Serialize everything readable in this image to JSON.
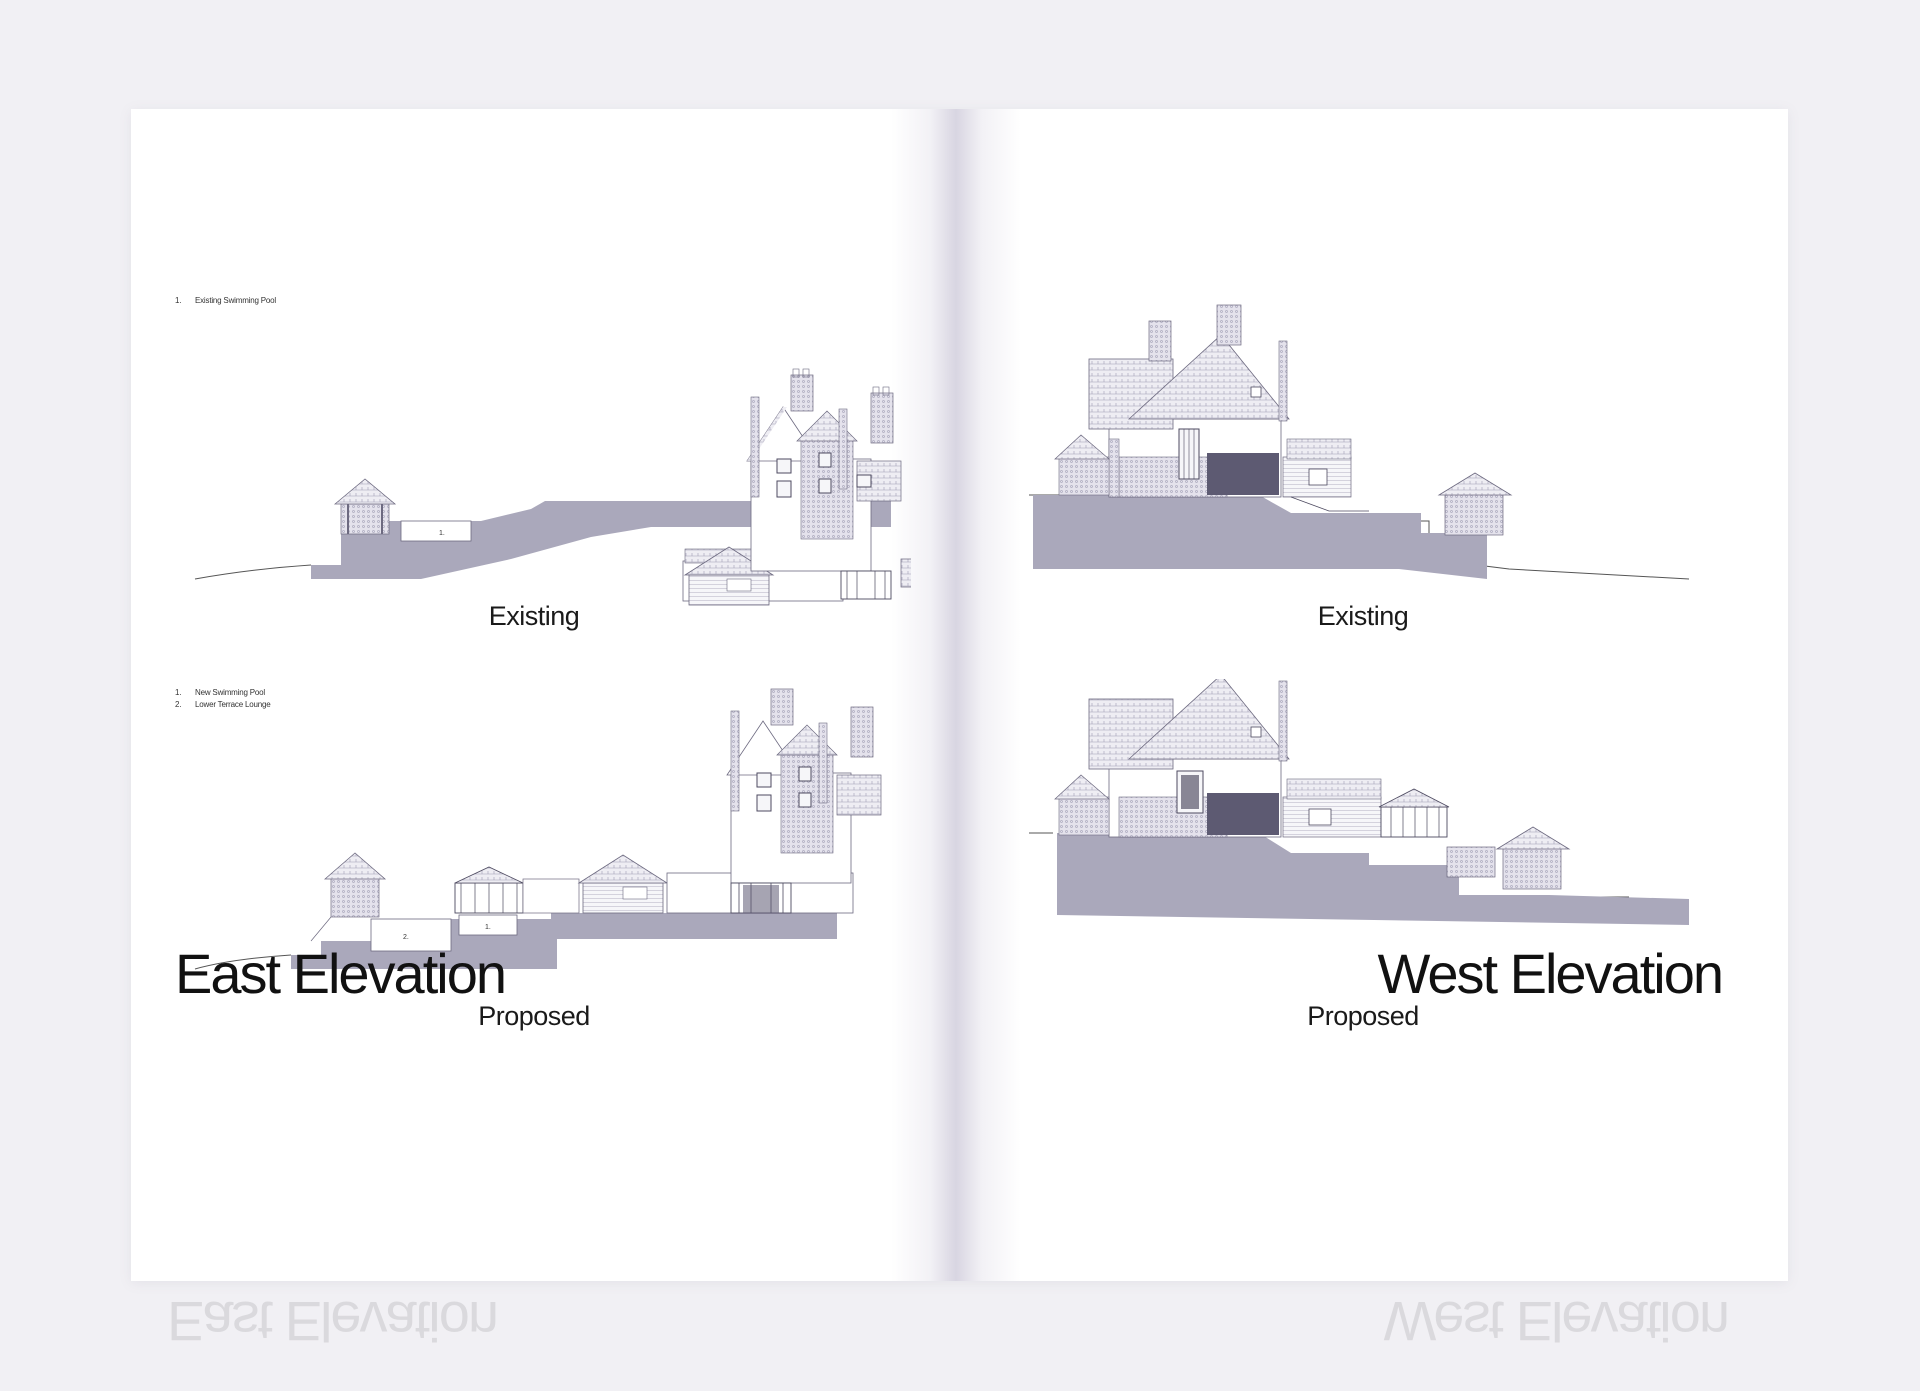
{
  "left_page": {
    "title": "East Elevation",
    "existing": {
      "caption": "Existing",
      "legend": [
        {
          "num": "1.",
          "text": "Existing Swimming Pool"
        }
      ],
      "marks": [
        "1."
      ]
    },
    "proposed": {
      "caption": "Proposed",
      "legend": [
        {
          "num": "1.",
          "text": "New Swimming Pool"
        },
        {
          "num": "2.",
          "text": "Lower Terrace Lounge"
        }
      ],
      "marks": [
        "1.",
        "2."
      ]
    }
  },
  "right_page": {
    "title": "West Elevation",
    "existing": {
      "caption": "Existing"
    },
    "proposed": {
      "caption": "Proposed"
    }
  },
  "colors": {
    "ground": "#aaa8bb",
    "ground_dark": "#5d5a72",
    "hatch": "#8d8aa3",
    "line": "#6d6a80"
  }
}
